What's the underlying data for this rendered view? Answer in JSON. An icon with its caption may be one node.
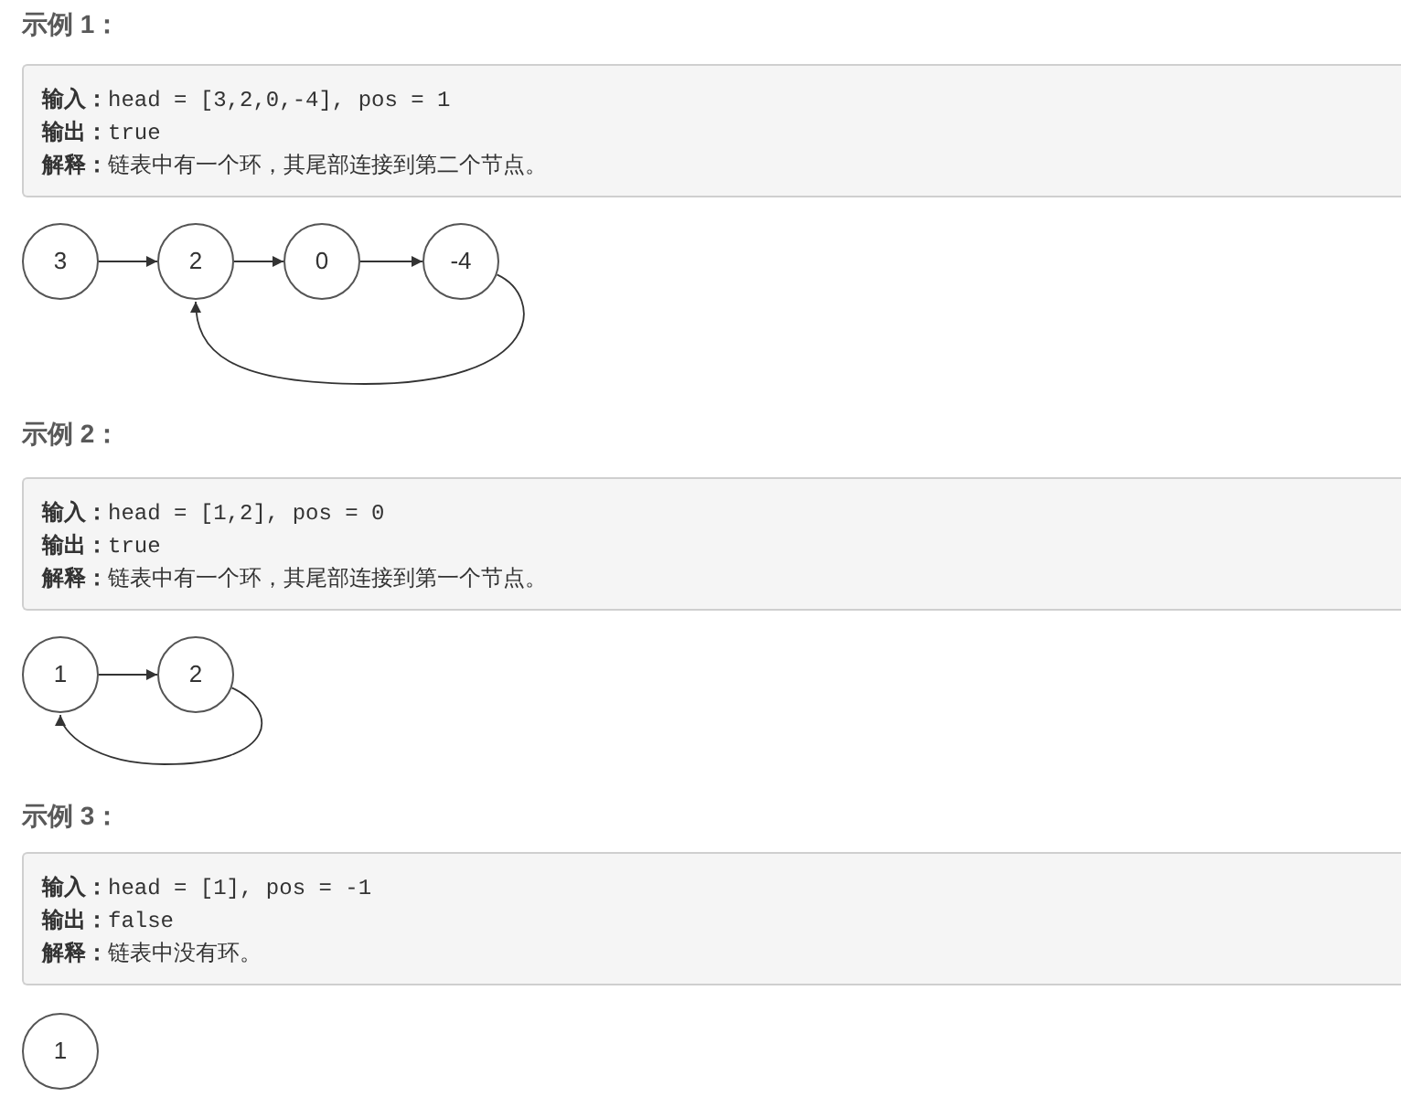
{
  "diagram": {
    "nodes": [
      {
        "text": [
          "**输入：**head = [3,2,0,-4], pos = 1",
          "**输出：**true",
          "**解释：**链表中有一个环，其尾部连接到第二个节点。"
        ]
      },
      {
        "text": [
          "3"
        ]
      },
      {
        "text": [
          "2"
        ]
      },
      {
        "text": [
          "0"
        ]
      },
      {
        "text": [
          "-4"
        ]
      },
      {
        "text": [
          "**输入：**head = [1,2], pos = 0",
          "**输出：**true",
          "**解释：**链表中有一个环，其尾部连接到第一个节点。"
        ]
      },
      {
        "text": [
          "1"
        ]
      },
      {
        "text": [
          "2"
        ]
      },
      {
        "text": [
          "**输入：**head = [1], pos = -1",
          "**输出：**false",
          "**解释：**链表中没有环。"
        ]
      },
      {
        "text": [
          "1"
        ]
      }
    ],
    "edges": [
      {
        "from": 1,
        "to": 2,
        "arrow": "to"
      },
      {
        "from": 2,
        "to": 3,
        "arrow": "to"
      },
      {
        "from": 3,
        "to": 4,
        "arrow": "to"
      },
      {
        "from": 4,
        "to": 2,
        "arrow": "to"
      },
      {
        "from": 6,
        "to": 7,
        "arrow": "to"
      },
      {
        "from": 7,
        "to": 6,
        "arrow": "to"
      }
    ],
    "labels": [
      "示例 1：",
      "示例 2：",
      "示例 3："
    ]
  }
}
